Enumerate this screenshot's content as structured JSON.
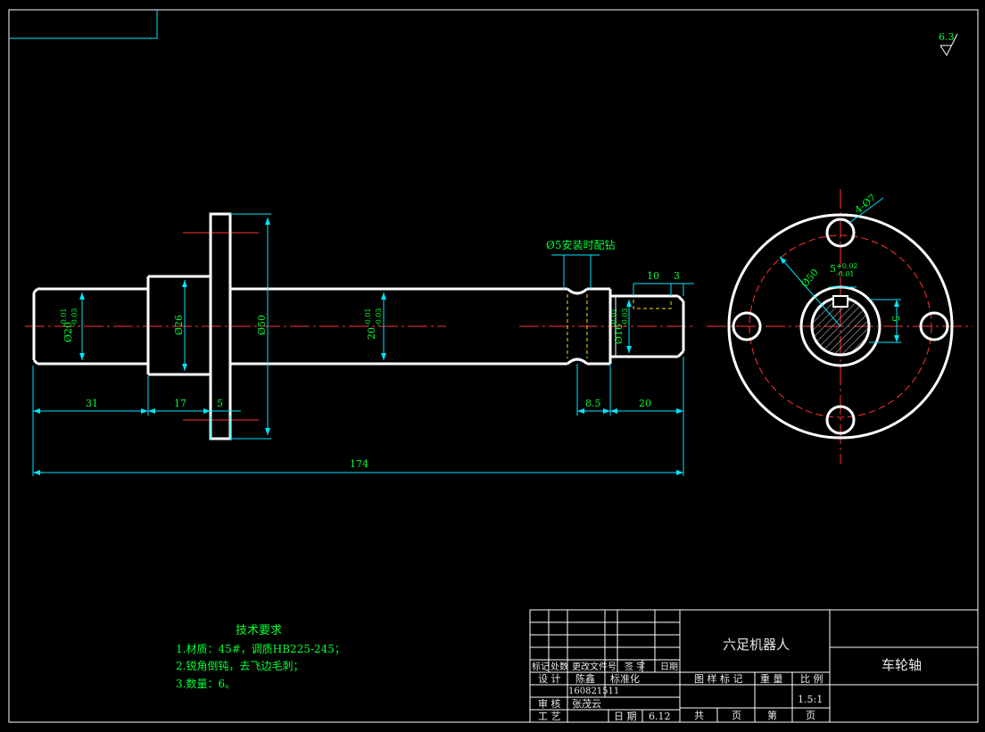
{
  "surface_finish": "6.3",
  "tolerance_upper": "-0.01",
  "tolerance_lower": "-0.03",
  "key_tol_upper": "+0.02",
  "key_tol_lower": "-0.01",
  "dimensions": {
    "d20": "Ø20",
    "d26": "Ø26",
    "d50_left": "Ø50",
    "d20b": "20",
    "d16": "Ø16",
    "len_31": "31",
    "len_17": "17",
    "len_5": "5",
    "len_8_5": "8.5",
    "len_20": "20",
    "len_174": "174",
    "len_10": "10",
    "len_3": "3",
    "hole_note": "Ø5安装时配钻",
    "holes": "4-Ø7",
    "pcd": "Ø50",
    "key_width": "5",
    "key_depth": "5"
  },
  "tech_req": {
    "title": "技术要求",
    "items": [
      "1.材质：45#，调质HB225-245；",
      "2.锐角倒钝，去飞边毛刺；",
      "3.数量：6。"
    ]
  },
  "title_block": {
    "project": "六足机器人",
    "part_name": "车轮轴",
    "h_mark": "标记",
    "h_count": "处数",
    "h_docno": "更改文件号",
    "h_sign": "签 字",
    "h_date": "日期",
    "design": "设 计",
    "designer": "陈鑫",
    "standard": "标准化",
    "student_id": "160821511",
    "review": "审 核",
    "reviewer": "张茂云",
    "process": "工 艺",
    "date_label": "日 期",
    "date_value": "6.12",
    "stage_mark": "图 样 标 记",
    "weight": "重 量",
    "scale_label": "比 例",
    "scale": "1.5:1",
    "total": "共",
    "sheet": "页",
    "no": "第",
    "sheet2": "页"
  }
}
